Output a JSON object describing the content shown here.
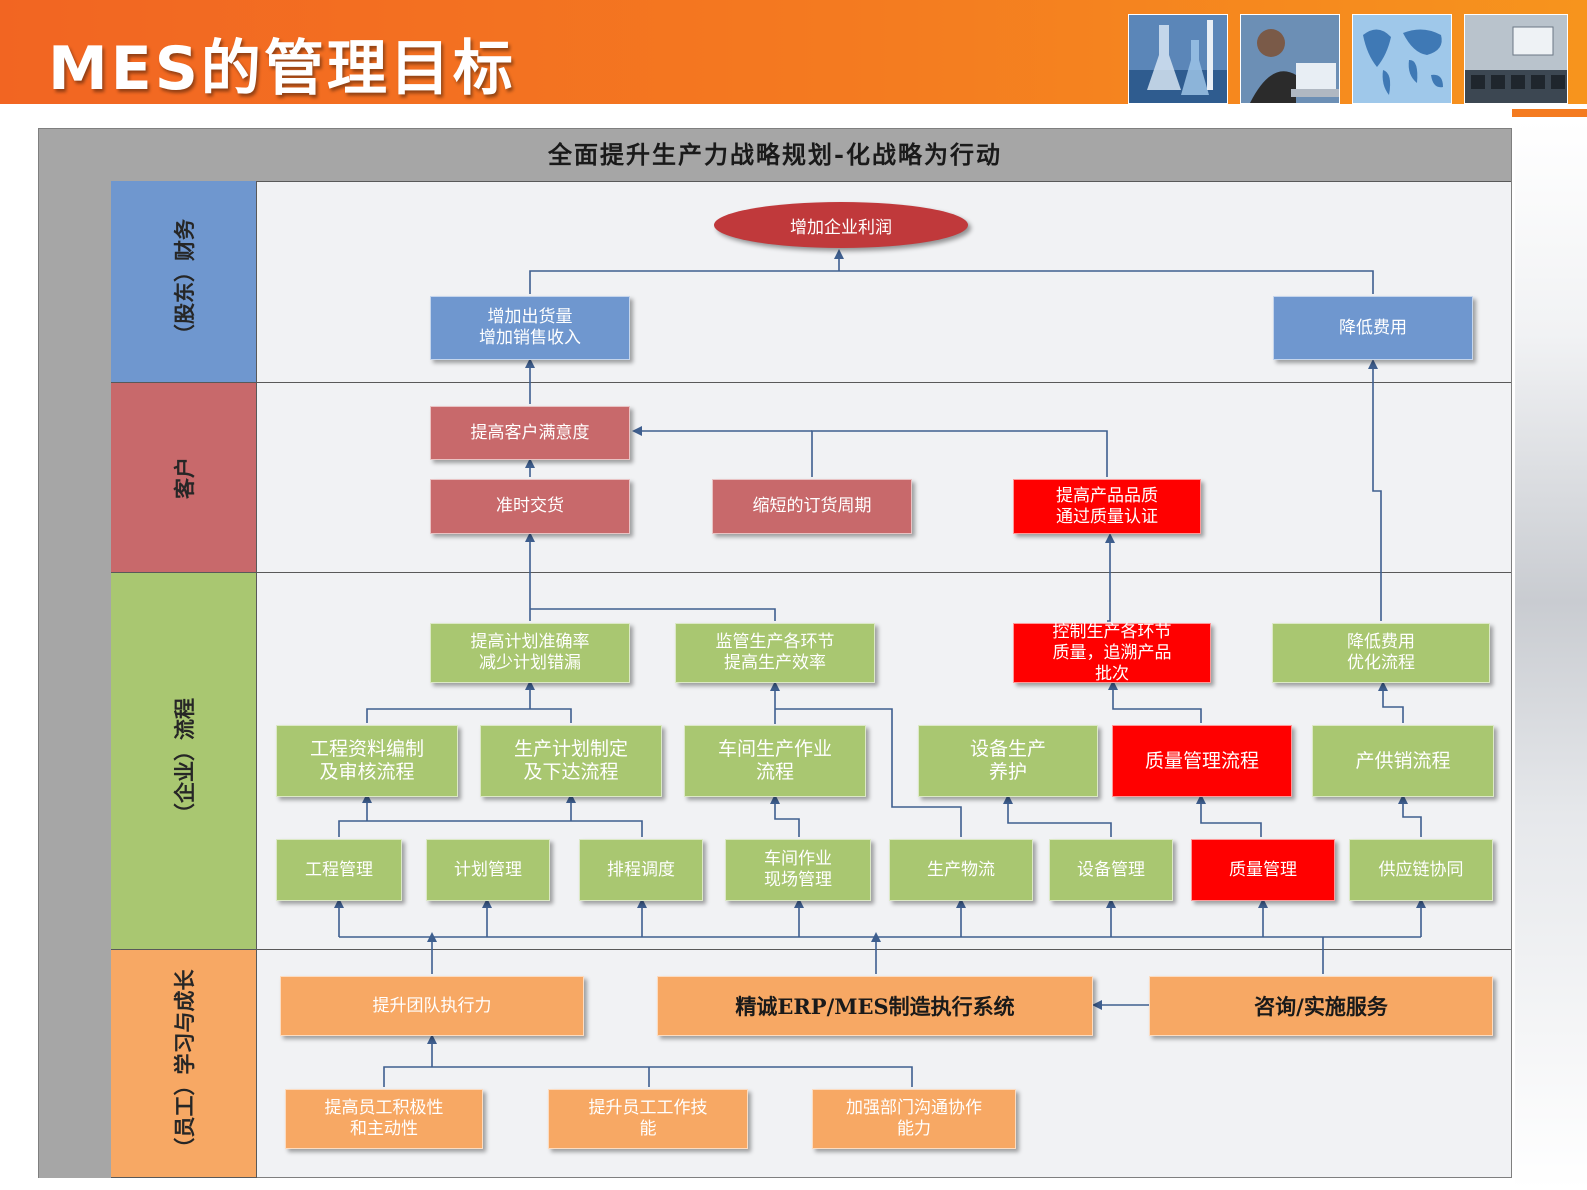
{
  "slide": {
    "title": "MES的管理目标"
  },
  "diagram": {
    "title": "全面提升生产力战略规划-化战略为行动",
    "bands": [
      {
        "label": "（股东）财务",
        "color": "#6f97cf"
      },
      {
        "label": "客户",
        "color": "#c8696b"
      },
      {
        "label": "（企业）流程",
        "color": "#a9c771"
      },
      {
        "label": "（员工）学习与成长",
        "color": "#f7a864"
      }
    ],
    "goal": "增加企业利润",
    "finance": {
      "left": "增加出货量\n增加销售收入",
      "right": "降低费用"
    },
    "customer": {
      "satisfaction": "提高客户满意度",
      "ontime": "准时交货",
      "cycle": "缩短的订货周期",
      "quality": "提高产品品质\n通过质量认证"
    },
    "process": {
      "plan_accuracy": "提高计划准确率\n减少计划错漏",
      "monitor": "监管生产各环节\n提高生产效率",
      "quality_control": "控制生产各环节\n质量，追溯产品\n批次",
      "cost_reduce": "降低费用\n优化流程",
      "flow_engineering": "工程资料编制\n及审核流程",
      "flow_plan": "生产计划制定\n及下达流程",
      "flow_shop": "车间生产作业\n流程",
      "flow_equipment": "设备生产\n养护",
      "flow_quality": "质量管理流程",
      "flow_supply": "产供销流程",
      "mod_engineering": "工程管理",
      "mod_plan": "计划管理",
      "mod_schedule": "排程调度",
      "mod_shop": "车间作业\n现场管理",
      "mod_logistics": "生产物流",
      "mod_equipment": "设备管理",
      "mod_quality": "质量管理",
      "mod_supply": "供应链协同"
    },
    "learning": {
      "team": "提升团队执行力",
      "system": "精诚ERP/MES制造执行系统",
      "service": "咨询/实施服务",
      "motivation": "提高员工积极性\n和主动性",
      "skills": "提升员工工作技\n能",
      "communication": "加强部门沟通协作\n能力"
    },
    "colors": {
      "finance_blue": "#6f97cf",
      "customer_rose": "#c8696b",
      "highlight_red": "#ff0000",
      "process_green": "#a9c771",
      "learning_orange": "#f7a864",
      "goal_red": "#c0393b",
      "connector": "#3f5f8f"
    }
  }
}
